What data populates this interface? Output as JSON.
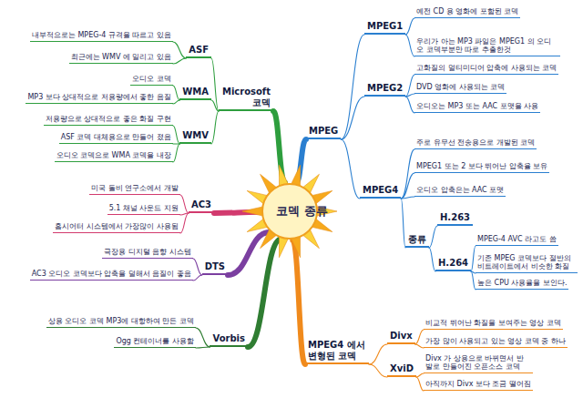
{
  "diagram": {
    "nodes": [
      {
        "text": [
          "코덱 종류"
        ]
      },
      {
        "text": [
          "MPEG"
        ]
      },
      {
        "text": [
          "MPEG1"
        ]
      },
      {
        "text": [
          "예전 CD 용 영화에 포함된 코덱"
        ]
      },
      {
        "text": [
          "우리가 아는 MP3 파일은 MPEG1 의 오디오 코덱부분만 따로 추출한것"
        ]
      },
      {
        "text": [
          "MPEG2"
        ]
      },
      {
        "text": [
          "고화질의 멀티미디어 압축에 사용되는 코덱"
        ]
      },
      {
        "text": [
          "DVD 영화에 사용되는 코덱"
        ]
      },
      {
        "text": [
          "오디오는 MP3 또는 AAC 포맷을 사용"
        ]
      },
      {
        "text": [
          "MPEG4"
        ]
      },
      {
        "text": [
          "주로 유무선 전송용으로 개발된 코덱"
        ]
      },
      {
        "text": [
          "MPEG1 또는 2 보다 뛰어난 압축율 보유"
        ]
      },
      {
        "text": [
          "오디오 압축은는 AAC 포맷"
        ]
      },
      {
        "text": [
          "종류"
        ]
      },
      {
        "text": [
          "H.263"
        ]
      },
      {
        "text": [
          "H.264"
        ]
      },
      {
        "text": [
          "MPEG-4 AVC 라고도 씀"
        ]
      },
      {
        "text": [
          "기존 MPEG 코덱보다 절반의 비트레이트에서 비슷한 화질"
        ]
      },
      {
        "text": [
          "높은 CPU 사용율을 보인다."
        ]
      },
      {
        "text": [
          "MPEG4 에서 변형된 코덱"
        ]
      },
      {
        "text": [
          "Divx"
        ]
      },
      {
        "text": [
          "비교적 뛰어난 화질을 보여주는 영상 코덱"
        ]
      },
      {
        "text": [
          "가장 많이 사용되고 있는 영상 코덱 중 하나"
        ]
      },
      {
        "text": [
          "XviD"
        ]
      },
      {
        "text": [
          "Divx 가 상용으로 바뀌면서 반발로 만들어진 오픈소스 코덱"
        ]
      },
      {
        "text": [
          "아직까지 Divx 보다 조금 떨어짐"
        ]
      },
      {
        "text": [
          "Vorbis"
        ]
      },
      {
        "text": [
          "상용 오디오 코덱 MP3에 대항하여 만든 코덱"
        ]
      },
      {
        "text": [
          "Ogg 컨테이너를 사용함"
        ]
      },
      {
        "text": [
          "DTS"
        ]
      },
      {
        "text": [
          "극장용 디지털 음향 시스템"
        ]
      },
      {
        "text": [
          "AC3 오디오 코덱보다 압축을 덜해서 음질이 좋음"
        ]
      },
      {
        "text": [
          "AC3"
        ]
      },
      {
        "text": [
          "미국 돌비 연구소에서 개발"
        ]
      },
      {
        "text": [
          "5.1 채널 사운드 지원"
        ]
      },
      {
        "text": [
          "홈시어터 시스템에서 가장많이 사용됨"
        ]
      },
      {
        "text": [
          "Microsoft 코덱"
        ]
      },
      {
        "text": [
          "ASF"
        ]
      },
      {
        "text": [
          "내부적으로는 MPEG-4 규격을 따르고 있음"
        ]
      },
      {
        "text": [
          "최근에는 WMV 에 밀리고 있음"
        ]
      },
      {
        "text": [
          "WMA"
        ]
      },
      {
        "text": [
          "오디오 코덱"
        ]
      },
      {
        "text": [
          "MP3 보다 상대적으로 저용량에서 좋한 음질"
        ]
      },
      {
        "text": [
          "WMV"
        ]
      },
      {
        "text": [
          "저용량으로 상대적으로 좋은 화질 구현"
        ]
      },
      {
        "text": [
          "ASF 코덱 대체용으로 만들어 졌음"
        ]
      },
      {
        "text": [
          "오디오 코덱으로 WMA 코덱을 내장"
        ]
      }
    ],
    "edges": [
      {
        "from": 0,
        "to": 1,
        "arrow": "none"
      },
      {
        "from": 1,
        "to": 2,
        "arrow": "none"
      },
      {
        "from": 2,
        "to": 3,
        "arrow": "none"
      },
      {
        "from": 2,
        "to": 4,
        "arrow": "none"
      },
      {
        "from": 1,
        "to": 5,
        "arrow": "none"
      },
      {
        "from": 5,
        "to": 6,
        "arrow": "none"
      },
      {
        "from": 5,
        "to": 7,
        "arrow": "none"
      },
      {
        "from": 5,
        "to": 8,
        "arrow": "none"
      },
      {
        "from": 1,
        "to": 9,
        "arrow": "none"
      },
      {
        "from": 9,
        "to": 10,
        "arrow": "none"
      },
      {
        "from": 9,
        "to": 11,
        "arrow": "none"
      },
      {
        "from": 9,
        "to": 12,
        "arrow": "none"
      },
      {
        "from": 9,
        "to": 13,
        "arrow": "none"
      },
      {
        "from": 13,
        "to": 14,
        "arrow": "none"
      },
      {
        "from": 13,
        "to": 15,
        "arrow": "none"
      },
      {
        "from": 15,
        "to": 16,
        "arrow": "none"
      },
      {
        "from": 15,
        "to": 17,
        "arrow": "none"
      },
      {
        "from": 15,
        "to": 18,
        "arrow": "none"
      },
      {
        "from": 0,
        "to": 19,
        "arrow": "none"
      },
      {
        "from": 19,
        "to": 20,
        "arrow": "none"
      },
      {
        "from": 20,
        "to": 21,
        "arrow": "none"
      },
      {
        "from": 20,
        "to": 22,
        "arrow": "none"
      },
      {
        "from": 19,
        "to": 23,
        "arrow": "none"
      },
      {
        "from": 23,
        "to": 24,
        "arrow": "none"
      },
      {
        "from": 23,
        "to": 25,
        "arrow": "none"
      },
      {
        "from": 0,
        "to": 26,
        "arrow": "none"
      },
      {
        "from": 26,
        "to": 27,
        "arrow": "none"
      },
      {
        "from": 26,
        "to": 28,
        "arrow": "none"
      },
      {
        "from": 0,
        "to": 29,
        "arrow": "none"
      },
      {
        "from": 29,
        "to": 30,
        "arrow": "none"
      },
      {
        "from": 29,
        "to": 31,
        "arrow": "none"
      },
      {
        "from": 0,
        "to": 32,
        "arrow": "none"
      },
      {
        "from": 32,
        "to": 33,
        "arrow": "none"
      },
      {
        "from": 32,
        "to": 34,
        "arrow": "none"
      },
      {
        "from": 32,
        "to": 35,
        "arrow": "none"
      },
      {
        "from": 0,
        "to": 36,
        "arrow": "none"
      },
      {
        "from": 36,
        "to": 37,
        "arrow": "none"
      },
      {
        "from": 37,
        "to": 38,
        "arrow": "none"
      },
      {
        "from": 37,
        "to": 39,
        "arrow": "none"
      },
      {
        "from": 36,
        "to": 40,
        "arrow": "none"
      },
      {
        "from": 40,
        "to": 41,
        "arrow": "none"
      },
      {
        "from": 40,
        "to": 42,
        "arrow": "none"
      },
      {
        "from": 36,
        "to": 43,
        "arrow": "none"
      },
      {
        "from": 43,
        "to": 44,
        "arrow": "none"
      },
      {
        "from": 43,
        "to": 45,
        "arrow": "none"
      },
      {
        "from": 43,
        "to": 46,
        "arrow": "none"
      }
    ]
  }
}
